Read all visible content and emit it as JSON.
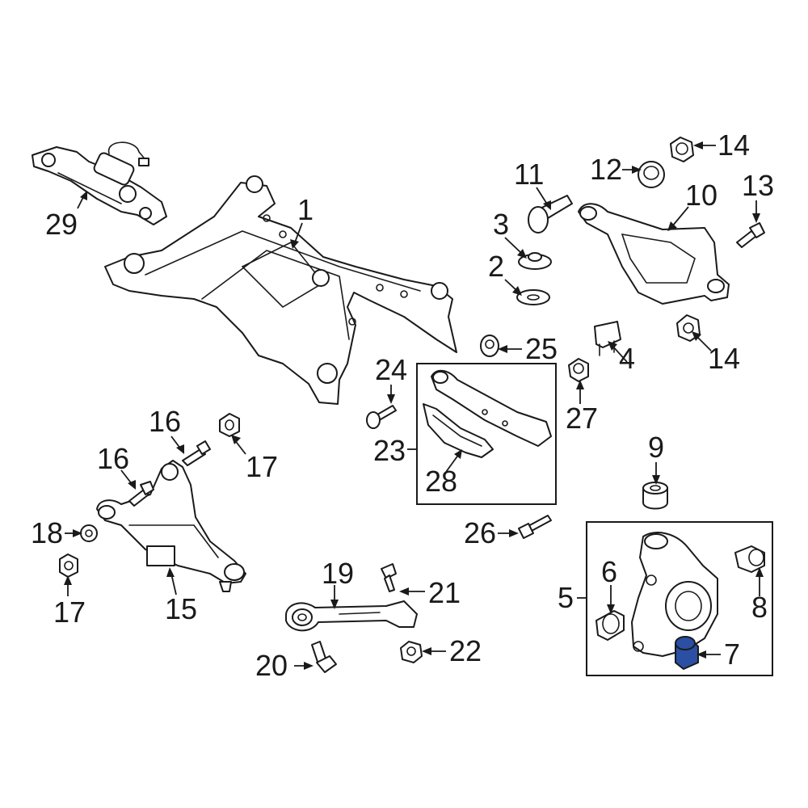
{
  "highlight_color": "#2b4fa3",
  "callouts": {
    "c1": "1",
    "c2": "2",
    "c3": "3",
    "c4": "4",
    "c5": "5",
    "c6": "6",
    "c7": "7",
    "c8": "8",
    "c9": "9",
    "c10": "10",
    "c11": "11",
    "c12": "12",
    "c13": "13",
    "c14a": "14",
    "c14b": "14",
    "c15": "15",
    "c16a": "16",
    "c16b": "16",
    "c17a": "17",
    "c17b": "17",
    "c18": "18",
    "c19": "19",
    "c20": "20",
    "c21": "21",
    "c22": "22",
    "c23": "23",
    "c24": "24",
    "c25": "25",
    "c26": "26",
    "c27": "27",
    "c28": "28",
    "c29": "29"
  }
}
